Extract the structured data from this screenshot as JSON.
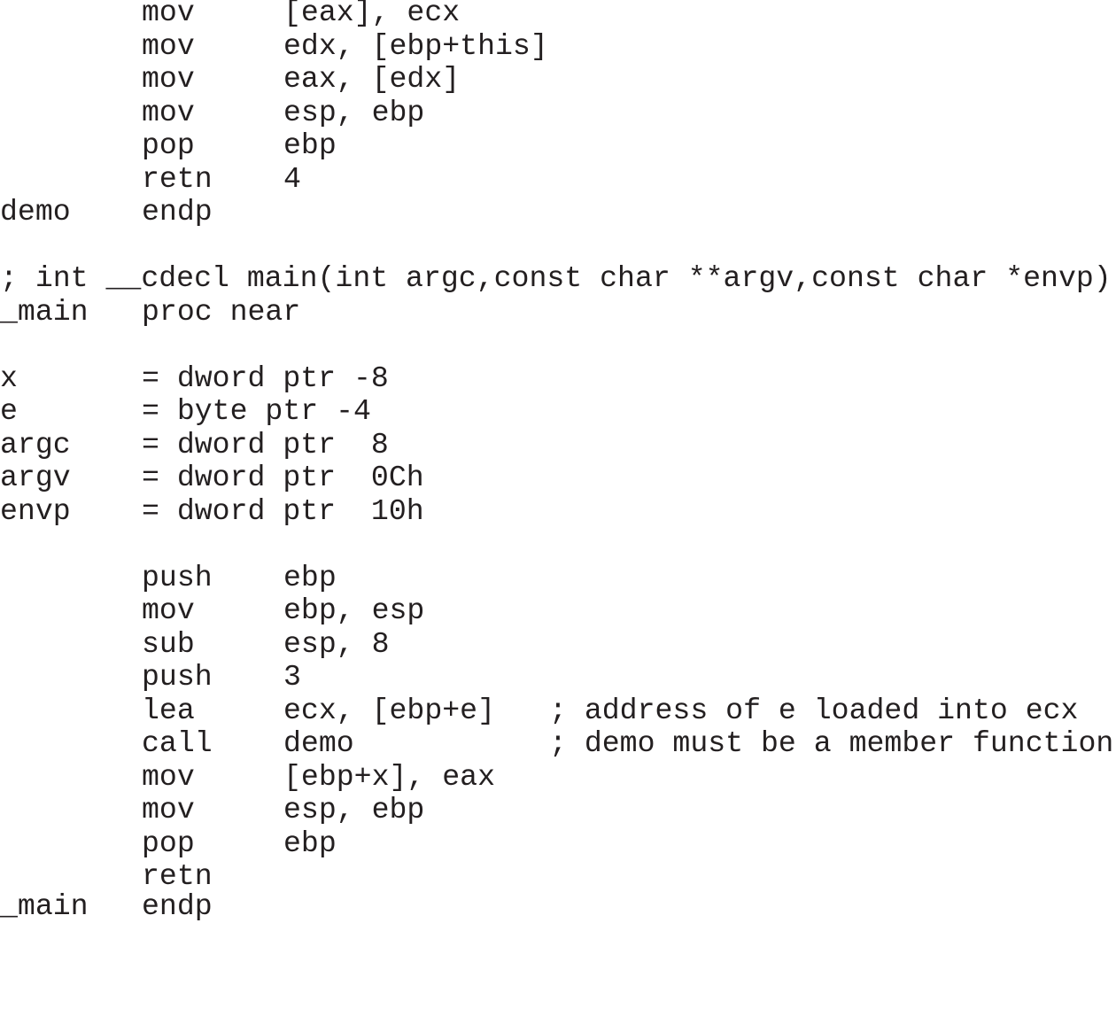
{
  "listing": {
    "lines": [
      {
        "label": "",
        "op": "mov",
        "args": "[eax], ecx",
        "comment": ""
      },
      {
        "label": "",
        "op": "mov",
        "args": "edx, [ebp+this]",
        "comment": ""
      },
      {
        "label": "",
        "op": "mov",
        "args": "eax, [edx]",
        "comment": ""
      },
      {
        "label": "",
        "op": "mov",
        "args": "esp, ebp",
        "comment": ""
      },
      {
        "label": "",
        "op": "pop",
        "args": "ebp",
        "comment": ""
      },
      {
        "label": "",
        "op": "retn",
        "args": "4",
        "comment": ""
      },
      {
        "label": "demo",
        "op": "endp",
        "args": "",
        "comment": ""
      },
      {
        "label": "",
        "op": "",
        "args": "",
        "comment": ""
      },
      {
        "full": "; int __cdecl main(int argc,const char **argv,const char *envp)"
      },
      {
        "label": "_main",
        "op": "proc near",
        "args": "",
        "comment": ""
      },
      {
        "label": "",
        "op": "",
        "args": "",
        "comment": ""
      },
      {
        "label": "x",
        "eq": "= dword ptr -8"
      },
      {
        "label": "e",
        "eq": "= byte ptr -4"
      },
      {
        "label": "argc",
        "eq": "= dword ptr  8"
      },
      {
        "label": "argv",
        "eq": "= dword ptr  0Ch"
      },
      {
        "label": "envp",
        "eq": "= dword ptr  10h"
      },
      {
        "label": "",
        "op": "",
        "args": "",
        "comment": ""
      },
      {
        "label": "",
        "op": "push",
        "args": "ebp",
        "comment": ""
      },
      {
        "label": "",
        "op": "mov",
        "args": "ebp, esp",
        "comment": ""
      },
      {
        "label": "",
        "op": "sub",
        "args": "esp, 8",
        "comment": ""
      },
      {
        "label": "",
        "op": "push",
        "args": "3",
        "comment": ""
      },
      {
        "label": "",
        "op": "lea",
        "args": "ecx, [ebp+e]",
        "comment": "; address of e loaded into ecx"
      },
      {
        "label": "",
        "op": "call",
        "args": "demo",
        "comment": "; demo must be a member function"
      },
      {
        "label": "",
        "op": "mov",
        "args": "[ebp+x], eax",
        "comment": ""
      },
      {
        "label": "",
        "op": "mov",
        "args": "esp, ebp",
        "comment": ""
      },
      {
        "label": "",
        "op": "pop",
        "args": "ebp",
        "comment": ""
      },
      {
        "label": "",
        "op": "retn",
        "args": "",
        "comment": ""
      },
      {
        "label": "_main",
        "op": "endp",
        "args": "",
        "comment": ""
      }
    ]
  }
}
